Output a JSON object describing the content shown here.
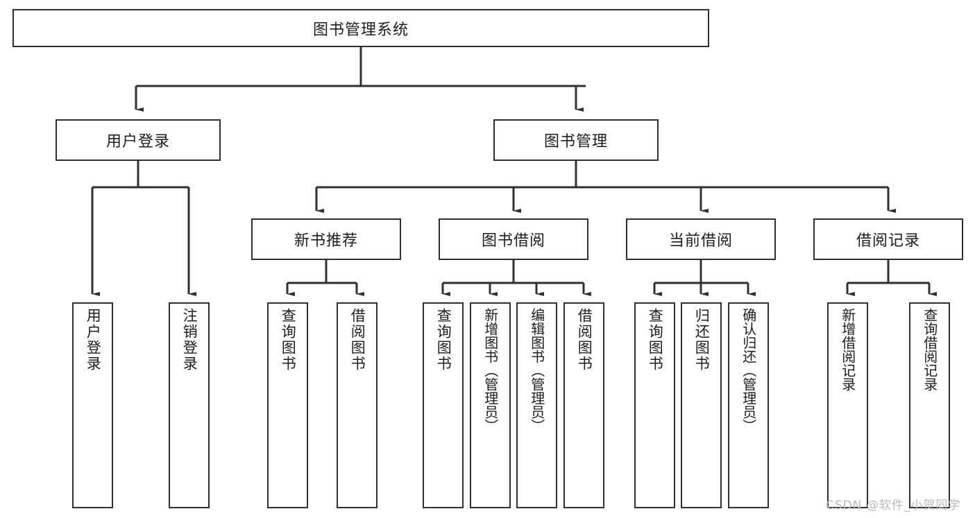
{
  "diagram": {
    "title": "图书管理系统",
    "type": "hierarchy-tree",
    "colors": {
      "box_border": "#2f2f2f",
      "box_fill": "#ffffff",
      "connector": "#2f2f2f",
      "text": "#1c1c1c",
      "watermark": "#b9b9b9"
    },
    "root": {
      "label": "图书管理系统"
    },
    "level1": [
      {
        "label": "用户登录"
      },
      {
        "label": "图书管理"
      }
    ],
    "level2": [
      {
        "label": "新书推荐"
      },
      {
        "label": "图书借阅"
      },
      {
        "label": "当前借阅"
      },
      {
        "label": "借阅记录"
      }
    ],
    "leaves": {
      "user_login": [
        {
          "label": "用户登录"
        },
        {
          "label": "注销登录"
        }
      ],
      "new_book_recommend": [
        {
          "label": "查询图书"
        },
        {
          "label": "借阅图书"
        }
      ],
      "book_borrow": [
        {
          "label": "查询图书"
        },
        {
          "label": "新增图书（管理员）"
        },
        {
          "label": "编辑图书（管理员）"
        },
        {
          "label": "借阅图书"
        }
      ],
      "current_borrow": [
        {
          "label": "查询图书"
        },
        {
          "label": "归还图书"
        },
        {
          "label": "确认归还（管理员）"
        }
      ],
      "borrow_record": [
        {
          "label": "新增借阅记录"
        },
        {
          "label": "查询借阅记录"
        }
      ]
    }
  },
  "watermark": {
    "text": "CSDN @软件_小贺同学"
  }
}
